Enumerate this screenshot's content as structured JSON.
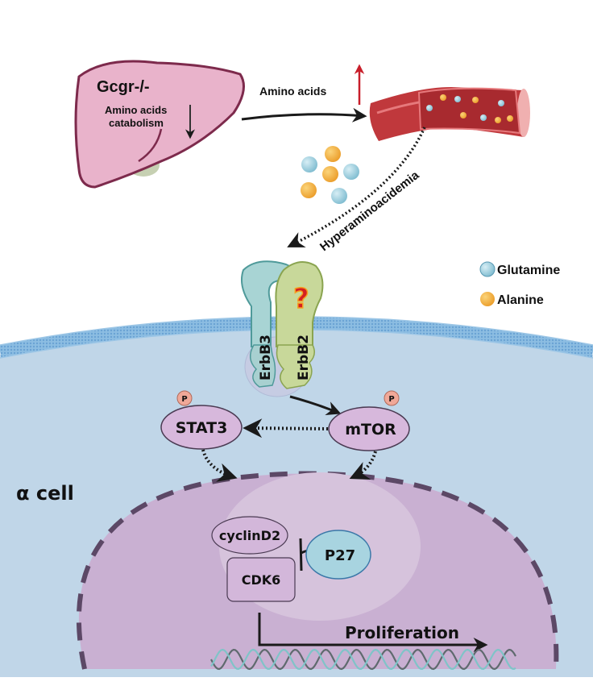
{
  "diagram": {
    "liver": {
      "title": "Gcgr-/-",
      "process_line1": "Amino acids",
      "process_line2": "catabolism",
      "process_direction": "down"
    },
    "blood_vessel": {
      "label": "Amino acids",
      "direction": "up"
    },
    "flow_label": "Hyperaminoacidemia",
    "legend": [
      {
        "label": "Glutamine",
        "color": "#8cc6d8"
      },
      {
        "label": "Alanine",
        "color": "#f0aa3a"
      }
    ],
    "receptors": {
      "left": "ErbB3",
      "right": "ErbB2",
      "unknown_mark": "?"
    },
    "signaling": {
      "stat3": "STAT3",
      "mtor": "mTOR",
      "phospho_badge": "P"
    },
    "cell_label": "α cell",
    "nucleus": {
      "cyclin": "cyclinD2",
      "cdk": "CDK6",
      "inhibitor": "P27",
      "outcome": "Proliferation"
    },
    "colors": {
      "cytoplasm": "#c0d6e8",
      "membrane": "#7fb2dc",
      "nucleus": "#c9b0d2",
      "nucleus_border": "#5c4866",
      "protein": "#d7b8dc",
      "p27": "#a8d4e0",
      "liver": "#e9b3cb",
      "vessel": "#c0383c",
      "inhibition_red": "#d42020"
    }
  }
}
